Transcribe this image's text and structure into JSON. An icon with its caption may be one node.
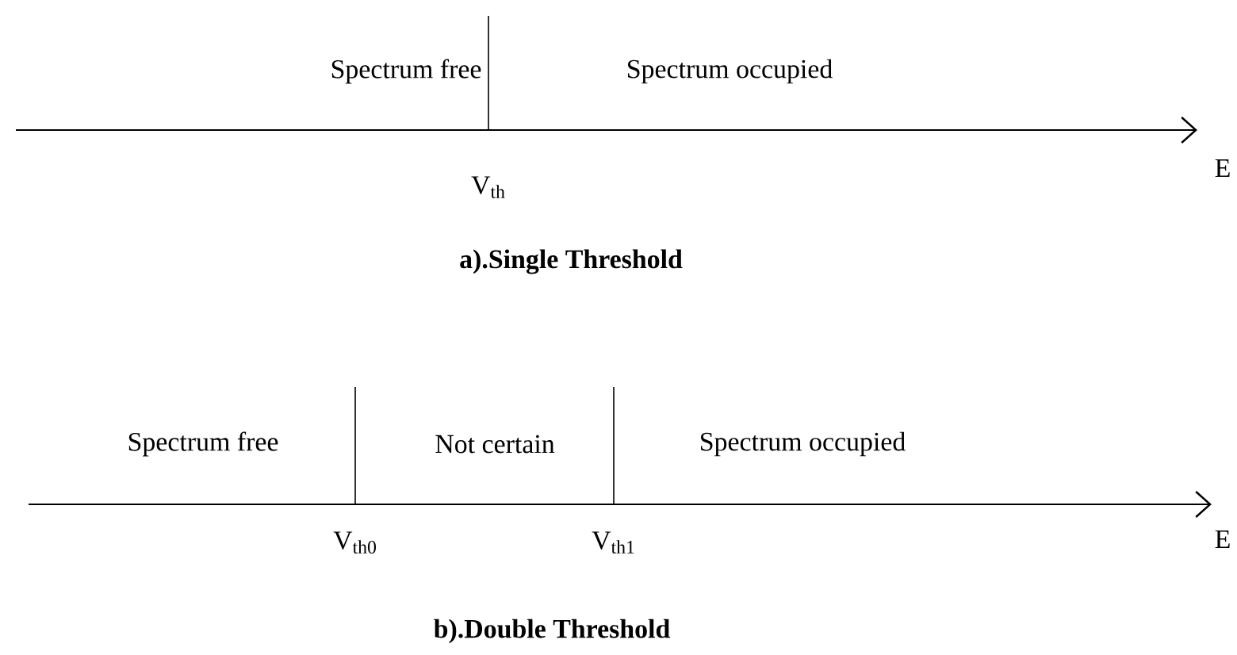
{
  "diagram": {
    "labels": [
      "Spectrum free",
      "Spectrum occupied",
      "V$_{th}$",
      "E",
      "a).Single Threshold",
      "Spectrum free",
      "Not certain",
      "Spectrum occupied",
      "V$_{th0}$",
      "V$_{th1}$",
      "E",
      "b).Double Threshold"
    ]
  }
}
